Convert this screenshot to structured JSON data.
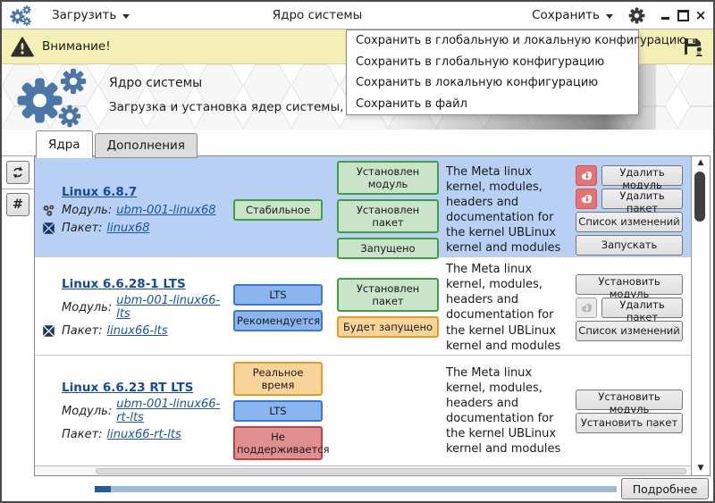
{
  "titlebar": {
    "load_label": "Загрузить",
    "app_title": "Ядро системы",
    "save_label": "Сохранить"
  },
  "warning_bar": {
    "label": "Внимание!"
  },
  "save_menu": {
    "items": [
      "Сохранить в глобальную и локальную конфигурацию",
      "Сохранить в глобальную конфигурацию",
      "Сохранить в локальную конфигурацию",
      "Сохранить в файл"
    ]
  },
  "header": {
    "title": "Ядро системы",
    "subtitle": "Загрузка и установка ядер системы, выбор ядра для загрузки по умолчанию"
  },
  "tabs": [
    {
      "label": "Ядра",
      "active": true
    },
    {
      "label": "Дополнения",
      "active": false
    }
  ],
  "side_toolbar": {
    "hash_label": "#",
    "refresh_icon": "refresh-icon"
  },
  "labels": {
    "module": "Модуль:",
    "package": "Пакет:"
  },
  "kernels": [
    {
      "name": "Linux 6.8.7",
      "module": "ubm-001-linux68",
      "package": "linux68",
      "module_icon": true,
      "package_icon": true,
      "selected": true,
      "badges_col1": [
        {
          "label": "Стабильное",
          "color": "green"
        }
      ],
      "badges_col2": [
        {
          "label": "Установлен модуль",
          "color": "green"
        },
        {
          "label": "Установлен пакет",
          "color": "green"
        },
        {
          "label": "Запущено",
          "color": "green"
        }
      ],
      "description": "The Meta linux kernel, modules, headers and documentation for the kernel UBLinux kernel and modules",
      "actions": [
        {
          "label": "Удалить модуль",
          "icon": "cloud-remove-red-icon"
        },
        {
          "label": "Удалить пакет",
          "icon": "cloud-remove-red-icon"
        },
        {
          "label": "Список изменений"
        },
        {
          "label": "Запускать"
        }
      ]
    },
    {
      "name": "Linux 6.6.28-1 LTS",
      "module": "ubm-001-linux66-lts",
      "package": "linux66-lts",
      "module_icon": false,
      "package_icon": true,
      "selected": false,
      "badges_col1": [
        {
          "label": "LTS",
          "color": "blue"
        },
        {
          "label": "Рекомендуется",
          "color": "blue"
        }
      ],
      "badges_col2": [
        {
          "label": "Установлен пакет",
          "color": "green"
        },
        {
          "label": "Будет запущено",
          "color": "orange"
        }
      ],
      "description": "The Meta linux kernel, modules, headers and documentation for the kernel UBLinux kernel and modules",
      "actions": [
        {
          "label": "Установить модуль"
        },
        {
          "label": "Удалить пакет",
          "icon": "cloud-gray-icon"
        },
        {
          "label": "Список изменений"
        }
      ]
    },
    {
      "name": "Linux 6.6.23 RT LTS",
      "module": "ubm-001-linux66-rt-lts",
      "package": "linux66-rt-lts",
      "module_icon": false,
      "package_icon": false,
      "selected": false,
      "badges_col1": [
        {
          "label": "Реальное время",
          "color": "orange"
        },
        {
          "label": "LTS",
          "color": "blue"
        },
        {
          "label": "Не поддерживается",
          "color": "red"
        }
      ],
      "badges_col2": [],
      "description": "The Meta linux kernel, modules, headers and documentation for the kernel UBLinux kernel and modules",
      "actions": [
        {
          "label": "Установить модуль"
        },
        {
          "label": "Установить пакет"
        }
      ]
    }
  ],
  "footer": {
    "details_label": "Подробнее",
    "progress_percent": 3
  },
  "colors": {
    "accent": "#4b76a8",
    "selected_row": "#b7d0f4",
    "warning_bg": "#f4f0b5",
    "progress_track": "#9fbbd8",
    "progress_fill": "#1d5d99",
    "badge": {
      "green": {
        "bg": "#c9e4c9",
        "border": "#3f9e3f"
      },
      "blue": {
        "bg": "#8ab5ef",
        "border": "#3b79d6"
      },
      "orange": {
        "bg": "#f9d49a",
        "border": "#e99b21"
      },
      "red": {
        "bg": "#e18f8f",
        "border": "#c43f3f"
      }
    }
  }
}
